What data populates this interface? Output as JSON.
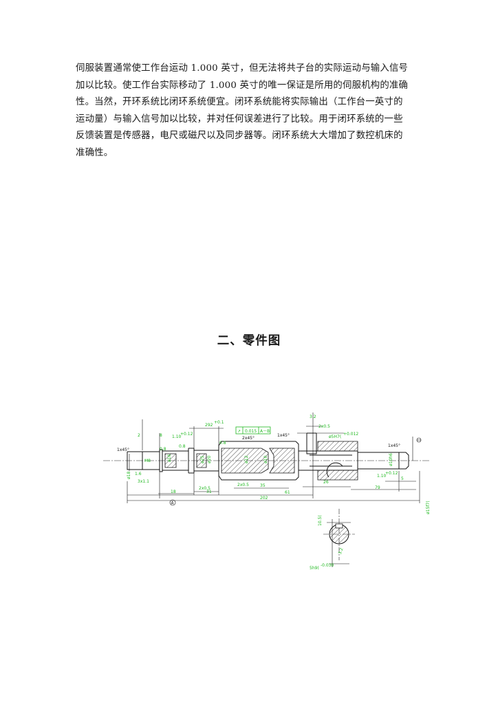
{
  "paragraph_lines": [
    "伺服装置通常使工作台运动 1.000 英寸，但无法将共子台的实际运动与输入信号",
    "加以比较。使工作台实际移动了 1.000 英寸的唯一保证是所用的伺服机构的准确",
    "性。当然，开环系统比闭环系统便宜。闭环系统能将实际输出（工作台一英寸的",
    "运动量）与输入信号加以比较，并对任何误差进行了比较。用于闭环系统的一些",
    "反馈装置是传感器，电尺或磁尺以及同步器等。闭环系统大大增加了数控机床的",
    "准确性。"
  ],
  "section_heading": "二、零件图",
  "drawing": {
    "dimensions": {
      "d_292": "292",
      "d_292_tol": "+0.1",
      "d_2x45_mid": "2x45°",
      "d_1x45_mid": "1x45°",
      "d_1x45_left": "1x45°",
      "d_1x45_right": "1x45°",
      "d_2x05_top": "2x0.5",
      "d_2x05_a": "2x0.5",
      "d_2x05_b": "2x0.5",
      "d_8": "8",
      "d_2": "2",
      "d_110_left": "1.10",
      "d_110_left_tol": "+0.12",
      "d_110_right": "1.10",
      "d_110_right_tol": "+0.12",
      "d_08_a": "0.8",
      "d_08_b": "0.8",
      "d_e5h7": "ø5H7(",
      "d_e5h7_tol": "+0.012",
      "d_M8": "M8",
      "d_18": "18",
      "d_31": "31",
      "d_35": "35",
      "d_26": "26",
      "d_79": "79",
      "d_5": "5",
      "d_61": "61",
      "d_202": "202",
      "d_3x11": "3x1.1",
      "d_16": "1.6",
      "d_1061": "10.5(",
      "d_5h9": "5h9(",
      "d_5h9_tol": "-0.030",
      "d_15h7": "ø15f7(",
      "d_dia_a": "ø18",
      "d_dia_b": "ø16",
      "d_dia_c": "ø25",
      "d_dia_d": "ø20",
      "d_dia_e": "ø12",
      "d_dia_f": "ø10",
      "d_small_a": "3.2",
      "d_small_b": "0.8",
      "d_h6": "ø10h6",
      "d_ra": "3.2"
    },
    "tolerance_frame": [
      "↗",
      "0.015",
      "A－B"
    ],
    "datum_label": "A"
  }
}
